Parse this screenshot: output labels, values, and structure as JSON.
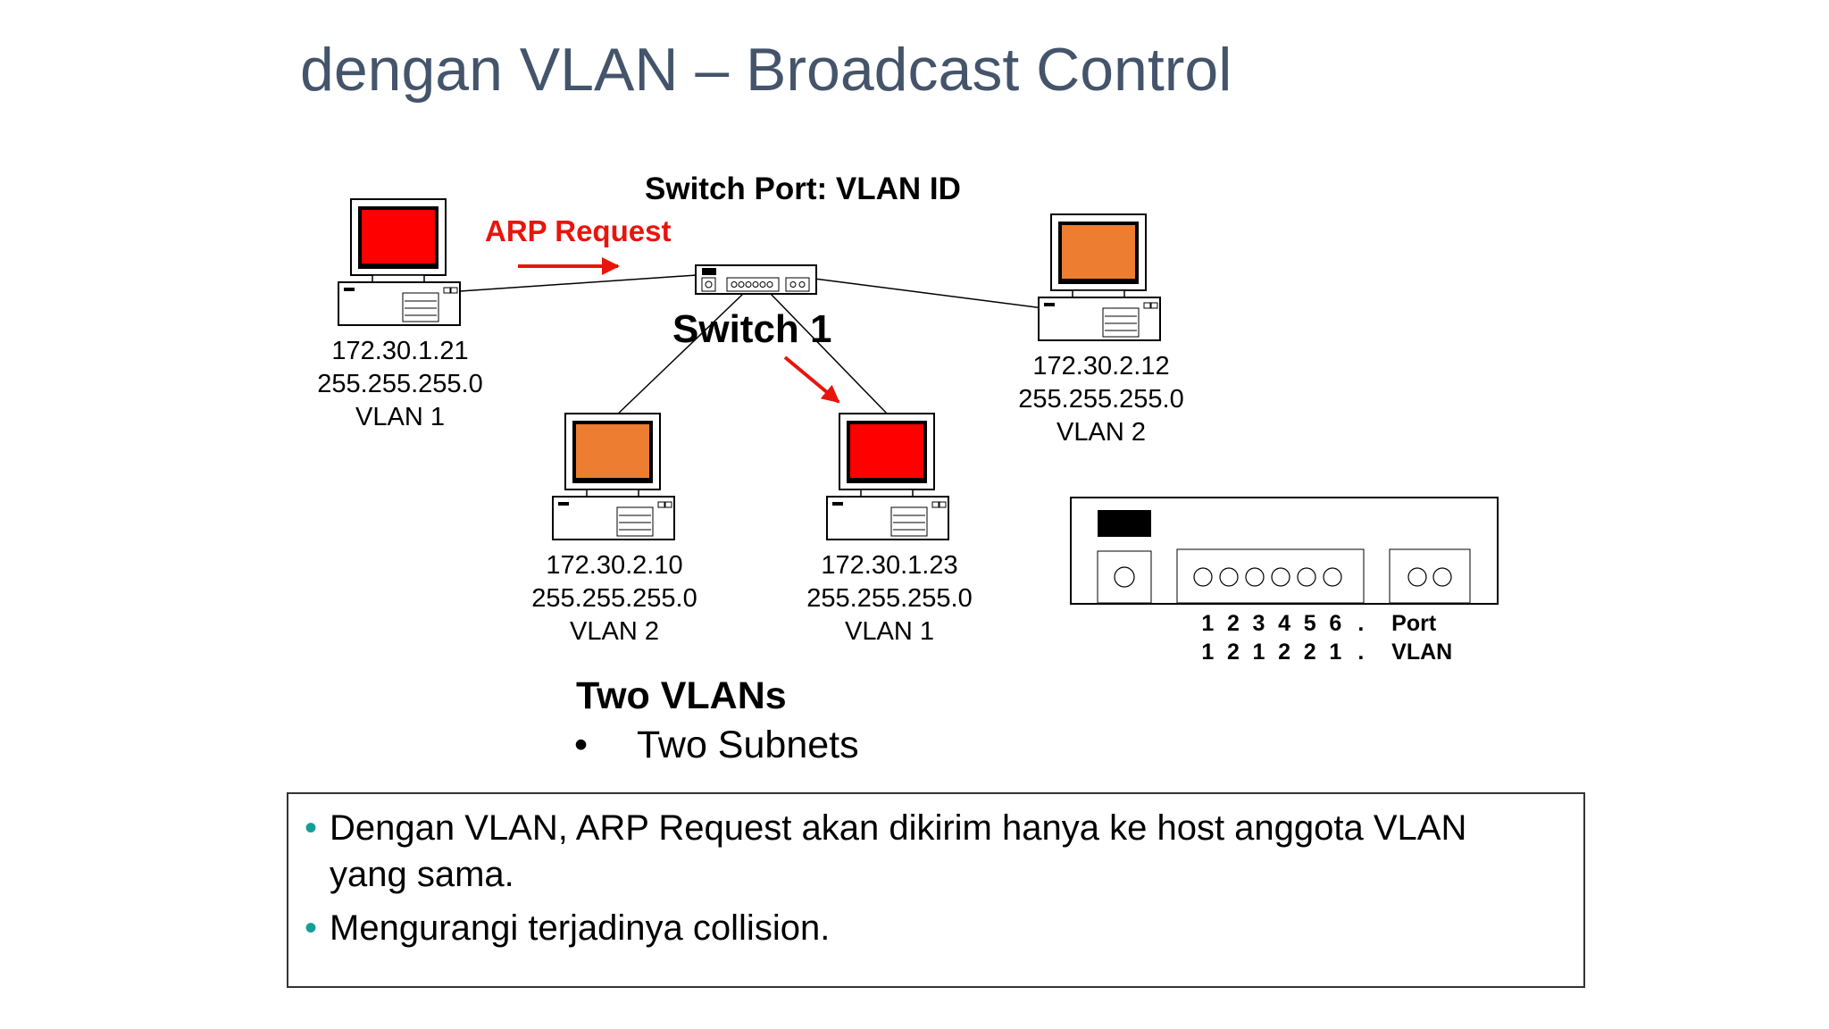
{
  "title": "dengan VLAN – Broadcast Control",
  "diagram": {
    "switch_port_title": "Switch Port: VLAN ID",
    "arp_label": "ARP Request",
    "switch_name": "Switch 1",
    "hosts": [
      {
        "ip": "172.30.1.21",
        "mask": "255.255.255.0",
        "vlan": "VLAN 1",
        "screen_color": "#ff0000"
      },
      {
        "ip": "172.30.2.10",
        "mask": "255.255.255.0",
        "vlan": "VLAN 2",
        "screen_color": "#ed7d31"
      },
      {
        "ip": "172.30.1.23",
        "mask": "255.255.255.0",
        "vlan": "VLAN 1",
        "screen_color": "#ff0000"
      },
      {
        "ip": "172.30.2.12",
        "mask": "255.255.255.0",
        "vlan": "VLAN 2",
        "screen_color": "#ed7d31"
      }
    ],
    "port_table": {
      "ports": [
        "1",
        "2",
        "3",
        "4",
        "5",
        "6",
        "."
      ],
      "vlans": [
        "1",
        "2",
        "1",
        "2",
        "2",
        "1",
        "."
      ],
      "port_caption": "Port",
      "vlan_caption": "VLAN"
    },
    "vlans_title": "Two VLANs",
    "subnets_bullet": "•",
    "subnets_text": "Two Subnets",
    "arrow_color": "#e8150d"
  },
  "notes": [
    {
      "bullet": "•",
      "text": "Dengan VLAN,  ARP Request akan dikirim hanya ke host anggota VLAN yang sama."
    },
    {
      "bullet": "•",
      "text": "Mengurangi  terjadinya collision."
    }
  ]
}
